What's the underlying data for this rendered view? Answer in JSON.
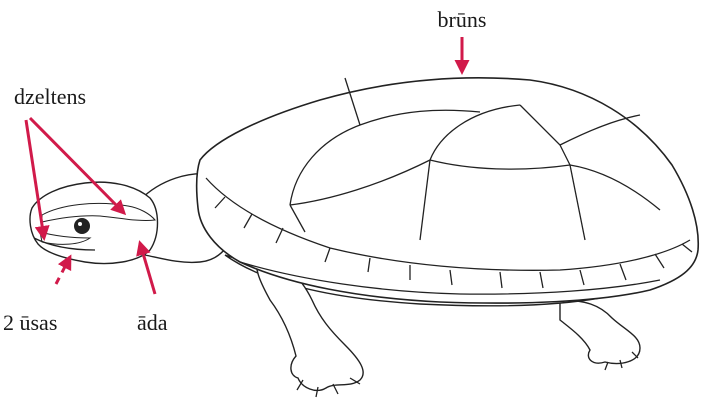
{
  "diagram": {
    "subject": "turtle-illustration",
    "labels": {
      "shell": "brūns",
      "head_stripes": "dzeltens",
      "barbels": "2 ūsas",
      "skin": "āda"
    },
    "colors": {
      "arrow": "#d11a4a",
      "ink": "#222222",
      "background": "#ffffff"
    }
  }
}
